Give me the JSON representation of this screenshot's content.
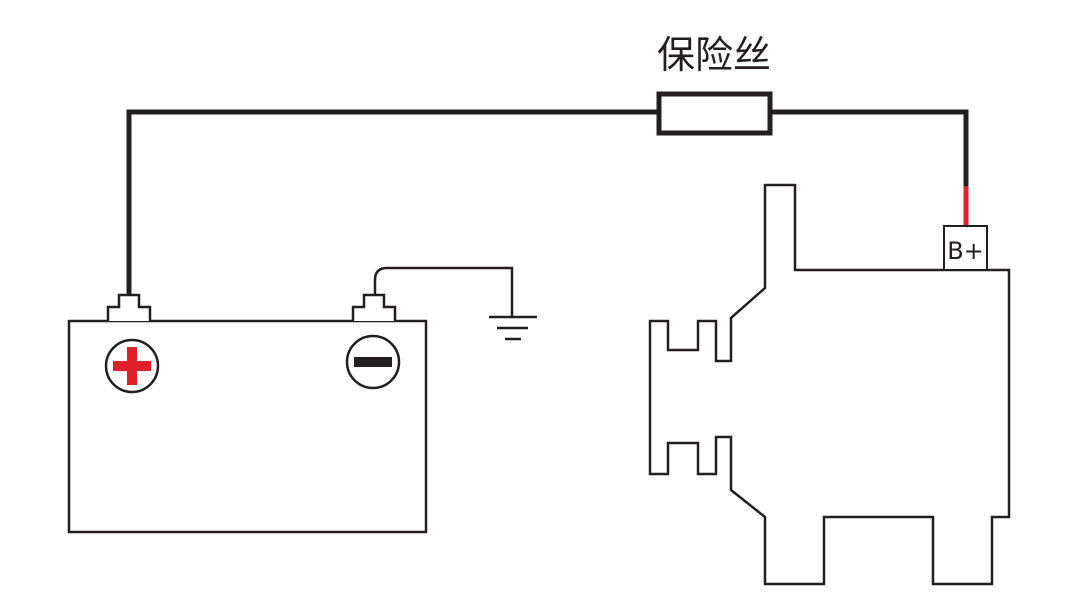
{
  "labels": {
    "fuse": "保险丝",
    "terminal": "B+"
  },
  "symbols": {
    "positive": "plus-symbol",
    "negative": "minus-symbol",
    "ground": "ground-symbol"
  },
  "colors": {
    "wire": "#231f20",
    "highlight_wire": "#e0202a",
    "positive_symbol": "#e0202a",
    "negative_symbol": "#231f20",
    "background": "#ffffff"
  }
}
